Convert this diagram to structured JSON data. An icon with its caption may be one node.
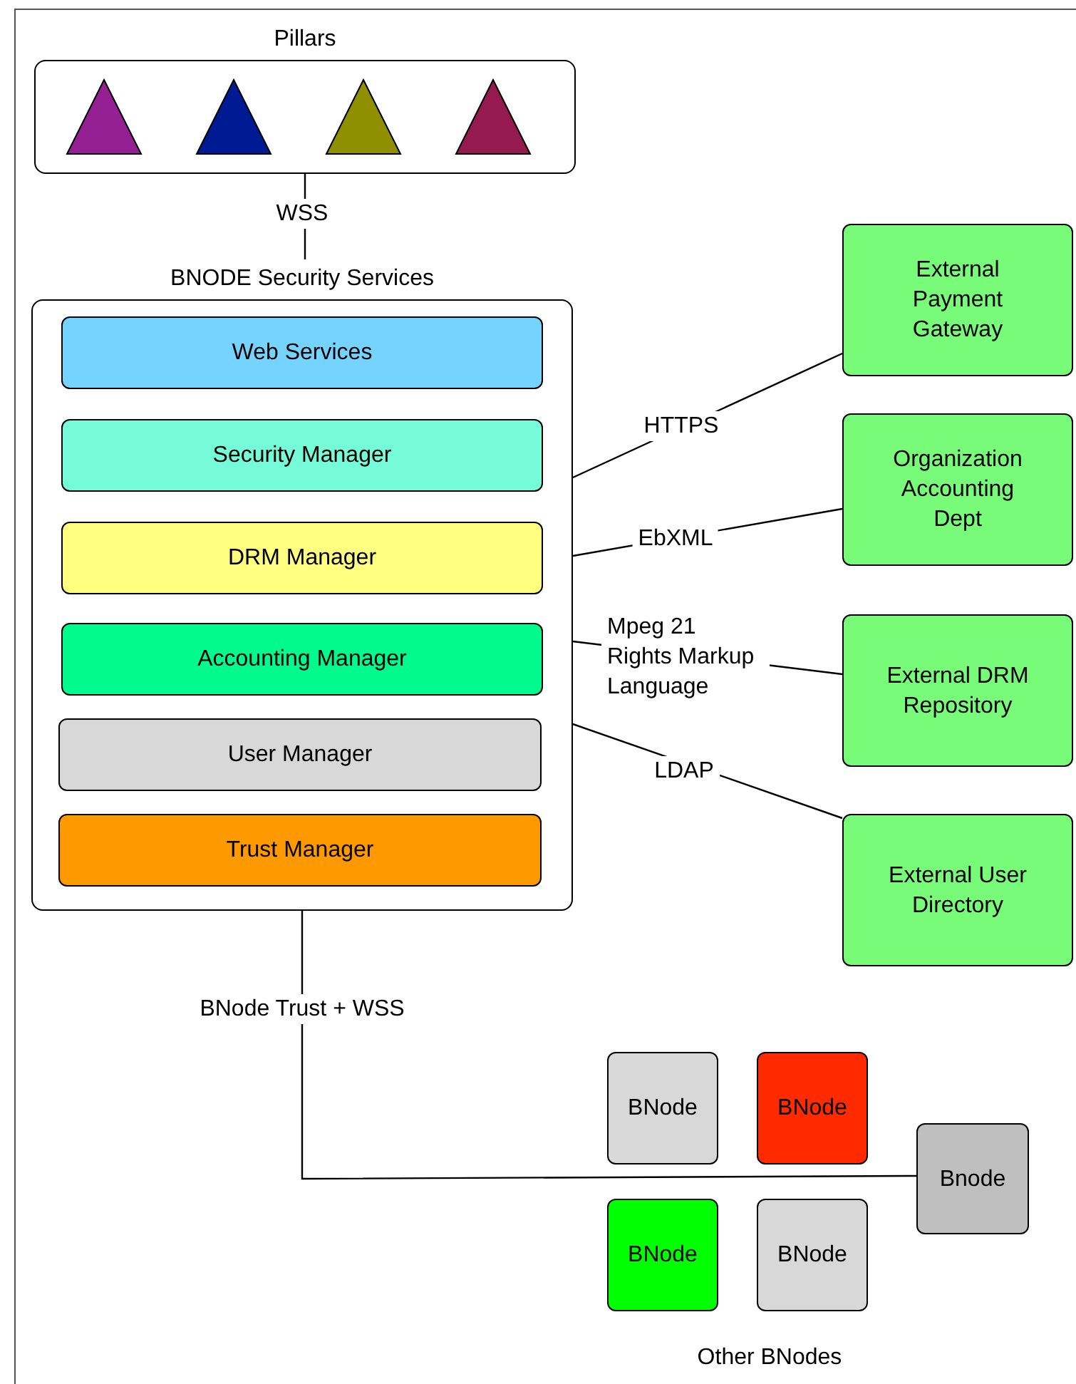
{
  "diagram": {
    "nodes": [
      {
        "text": [
          "Pillars"
        ]
      },
      {
        "text": [],
        "shape": "triangle",
        "in": 0
      },
      {
        "text": [],
        "shape": "triangle",
        "in": 0
      },
      {
        "text": [],
        "shape": "triangle",
        "in": 0
      },
      {
        "text": [],
        "shape": "triangle",
        "in": 0
      },
      {
        "text": [
          "BNODE Security Services"
        ]
      },
      {
        "text": [
          "Web Services"
        ],
        "in": 5
      },
      {
        "text": [
          "Security Manager"
        ],
        "in": 5
      },
      {
        "text": [
          "DRM Manager"
        ],
        "in": 5
      },
      {
        "text": [
          "Accounting Manager"
        ],
        "in": 5
      },
      {
        "text": [
          "User Manager"
        ],
        "in": 5
      },
      {
        "text": [
          "Trust Manager"
        ],
        "in": 5
      },
      {
        "text": [
          "External Payment Gateway"
        ]
      },
      {
        "text": [
          "Organization Accounting Dept"
        ]
      },
      {
        "text": [
          "External DRM Repository"
        ]
      },
      {
        "text": [
          "External User Directory"
        ]
      },
      {
        "text": [
          "BNode"
        ]
      },
      {
        "text": [
          "BNode"
        ]
      },
      {
        "text": [
          "Bnode"
        ]
      },
      {
        "text": [
          "BNode"
        ]
      },
      {
        "text": [
          "BNode"
        ]
      }
    ],
    "edges": [
      {
        "from": 0,
        "to": 5,
        "arrow": "none",
        "label": "WSS"
      },
      {
        "from": 5,
        "to": 12,
        "arrow": "none",
        "label": "HTTPS"
      },
      {
        "from": 5,
        "to": 13,
        "arrow": "none",
        "label": "EbXML"
      },
      {
        "from": 5,
        "to": 14,
        "arrow": "none",
        "label": "Mpeg 21 Rights Markup Language"
      },
      {
        "from": 5,
        "to": 15,
        "arrow": "none",
        "label": "LDAP"
      },
      {
        "from": 5,
        "to": 18,
        "arrow": "none",
        "label": "BNode Trust + WSS"
      }
    ],
    "labels": [
      "Other BNodes"
    ]
  }
}
